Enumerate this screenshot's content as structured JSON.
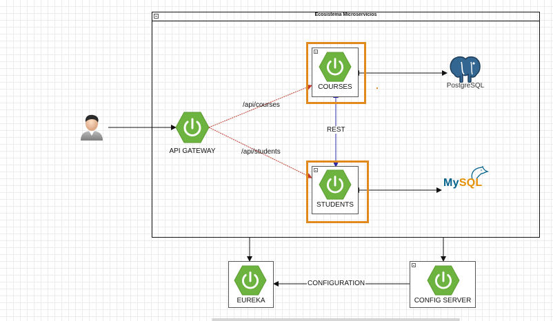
{
  "diagram": {
    "container_title": "Ecosistema Microservicios",
    "nodes": {
      "courses": "COURSES",
      "students": "STUDENTS",
      "api_gateway": "API GATEWAY",
      "eureka": "EUREKA",
      "config_server": "CONFIG SERVER",
      "postgresql": "PostgreSQL",
      "mysql_my": "My",
      "mysql_sql": "SQL"
    },
    "edges": {
      "api_courses": "/api/courses",
      "api_students": "/api/students",
      "rest": "REST",
      "configuration": "CONFIGURATION"
    }
  },
  "colors": {
    "spring_green": "#6db33f",
    "highlight_orange": "#e08a1e",
    "rest_blue": "#2a2aa8",
    "gateway_red": "#c0392b",
    "postgres_blue": "#336791",
    "mysql_blue": "#00618a",
    "mysql_orange": "#e48e00"
  },
  "icons": [
    "user-icon",
    "spring-power-icon",
    "postgresql-elephant-icon",
    "mysql-dolphin-icon",
    "collapse-icon"
  ]
}
